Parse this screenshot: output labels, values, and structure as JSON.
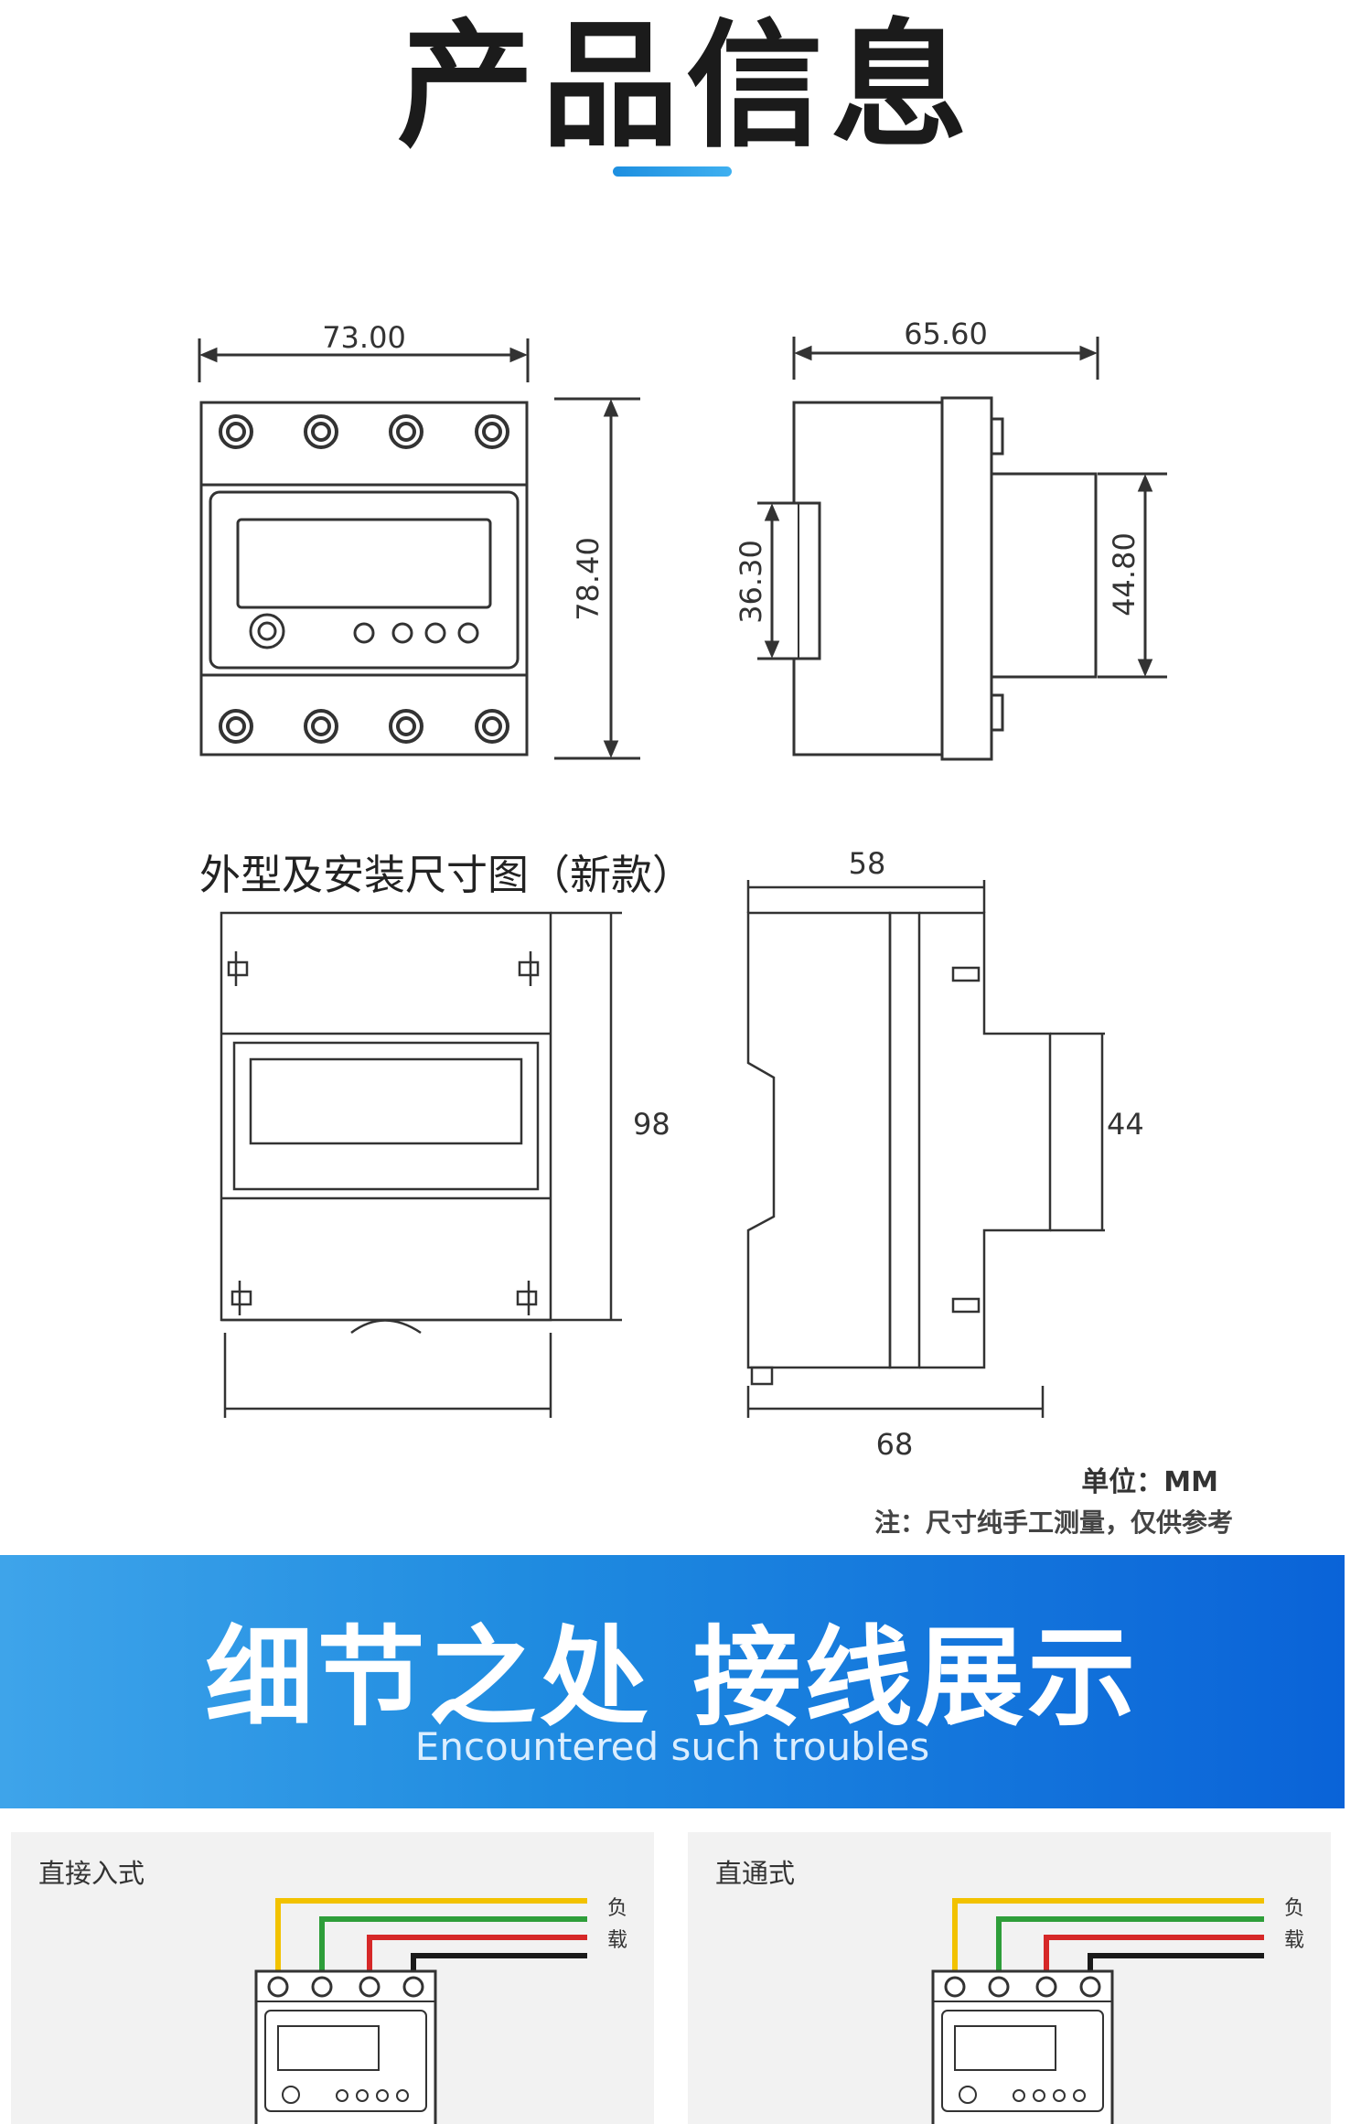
{
  "header": {
    "title": "产品信息"
  },
  "dimensions": {
    "top_front_width": "73.00",
    "top_front_height": "78.40",
    "top_side_width": "65.60",
    "top_side_rail_left": "36.30",
    "top_side_rail_right": "44.80",
    "bottom_side_top": "58",
    "bottom_front_height": "98",
    "bottom_side_rail": "44",
    "bottom_side_bottom": "68"
  },
  "caption": "外型及安装尺寸图（新款）",
  "unit_label": "单位：MM",
  "note": "注：尺寸纯手工测量，仅供参考",
  "banner": {
    "title": "细节之处 接线展示",
    "subtitle": "Encountered such troubles"
  },
  "wiring": {
    "left_label": "直接入式",
    "right_label": "直通式",
    "load_char_1": "负",
    "load_char_2": "载",
    "wire_colors": [
      "#f2c200",
      "#2e9e3a",
      "#d62828",
      "#1a1a1a"
    ]
  }
}
